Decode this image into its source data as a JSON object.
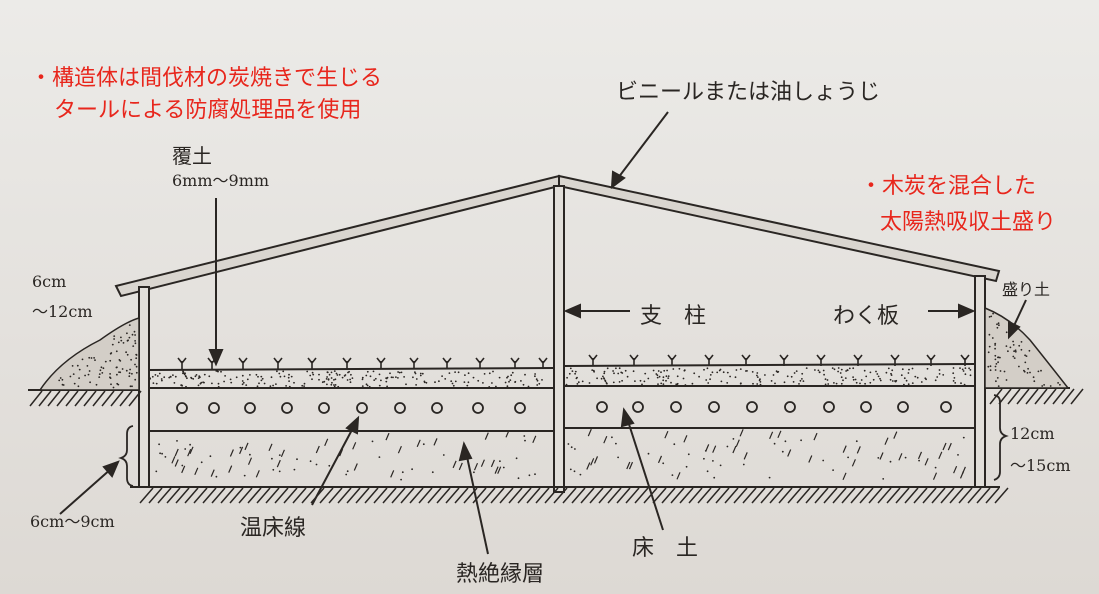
{
  "annotations": {
    "structure_note_line1": "・構造体は間伐材の炭焼きで生じる",
    "structure_note_line2": "タールによる防腐処理品を使用",
    "charcoal_note_line1": "・木炭を混合した",
    "charcoal_note_line2": "太陽熱吸収土盛り"
  },
  "labels": {
    "cover": "ビニールまたは油しょうじ",
    "covering_soil": "覆土",
    "covering_soil_depth": "6mm～9mm",
    "mound_height_1": "6cm",
    "mound_height_2": "～12cm",
    "support_post": "支　柱",
    "frame_board": "わく板",
    "piled_soil": "盛り土",
    "bed_depth_1": "12cm",
    "bed_depth_2": "～15cm",
    "insulation_depth": "6cm～9cm",
    "heating_wire": "温床線",
    "insulation_layer": "熱絶縁層",
    "bed_soil": "床　土"
  },
  "colors": {
    "ink": "#2a2623",
    "annotation": "#e8261c",
    "paper": "#e6e3df"
  }
}
